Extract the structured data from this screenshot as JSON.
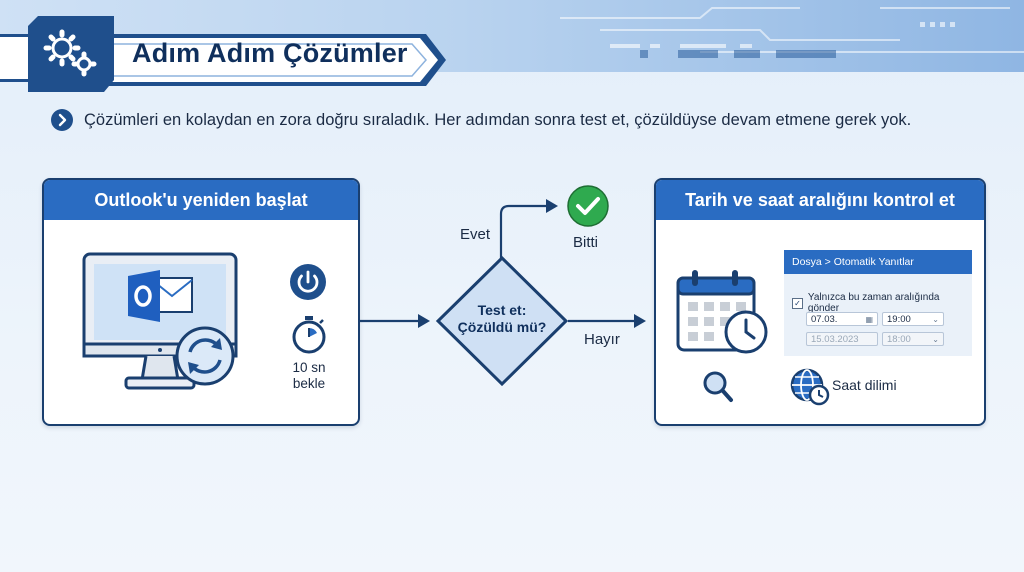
{
  "header": {
    "title": "Adım Adım Çözümler"
  },
  "intro": {
    "text": "Çözümleri en kolaydan en zora doğru sıraladık. Her adımdan sonra test et, çözüldüyse devam etmene gerek yok."
  },
  "step1": {
    "title": "Outlook'u yeniden başlat",
    "wait_line1": "10 sn",
    "wait_line2": "bekle"
  },
  "decision": {
    "line1": "Test et:",
    "line2": "Çözüldü mü?",
    "yes_label": "Evet",
    "no_label": "Hayır",
    "done_label": "Bitti"
  },
  "step2": {
    "title": "Tarih ve saat aralığını kontrol et",
    "breadcrumb": "Dosya  >  Otomatik Yanıtlar",
    "checkbox_label": "Yalnızca bu zaman aralığında gönder",
    "start_date": "07.03.",
    "start_time": "19:00",
    "end_date": "15.03.2023",
    "end_time": "18:00",
    "timezone_label": "Saat dilimi"
  },
  "colors": {
    "accent": "#2a6cc2",
    "navy": "#1a3f6f",
    "success": "#2faa4f"
  }
}
